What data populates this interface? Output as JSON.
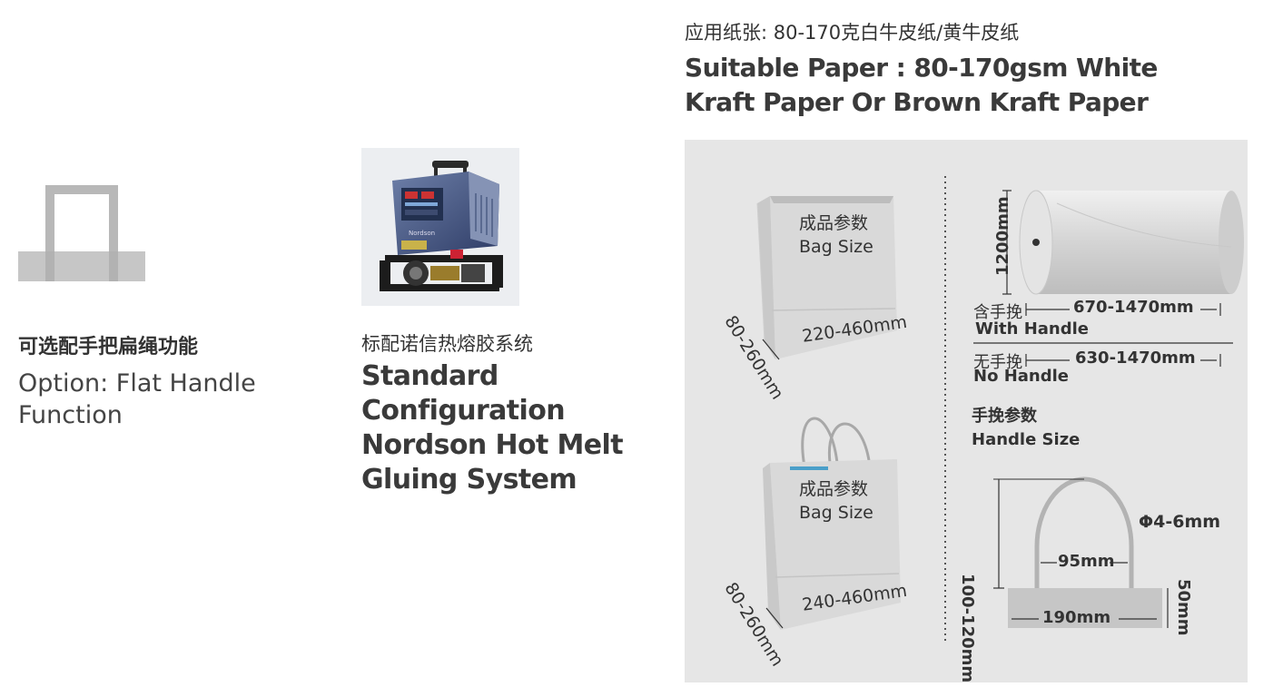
{
  "left_option": {
    "title_cn": "可选配手把扁绳功能",
    "title_en": "Option: Flat Handle Function",
    "icon": "flat-handle-bag-icon"
  },
  "middle_standard": {
    "title_cn": "标配诺信热熔胶系统",
    "title_en": "Standard Configuration Nordson Hot Melt Gluing System",
    "image": "hot-melt-glue-machine-photo"
  },
  "paper": {
    "title_cn": "应用纸张: 80-170克白牛皮纸/黄牛皮纸",
    "title_en": "Suitable Paper : 80-170gsm White Kraft Paper Or Brown Kraft Paper"
  },
  "diagram": {
    "bag1": {
      "label_cn": "成品参数",
      "label_en": "Bag Size",
      "width": "220-460mm",
      "depth": "80-260mm"
    },
    "bag2": {
      "label_cn": "成品参数",
      "label_en": "Bag Size",
      "width": "240-460mm",
      "depth": "80-260mm"
    },
    "roll": {
      "diameter": "1200mm",
      "with_handle_cn": "含手挽",
      "with_handle_en": "With Handle",
      "with_handle_width": "670-1470mm",
      "no_handle_cn": "无手挽",
      "no_handle_en": "No Handle",
      "no_handle_width": "630-1470mm"
    },
    "handle": {
      "label_cn": "手挽参数",
      "label_en": "Handle Size",
      "height": "100-120mm",
      "diameter": "Φ4-6mm",
      "inner_width": "95mm",
      "patch_width": "190mm",
      "patch_height": "50mm"
    }
  },
  "colors": {
    "panel_bg": "#e6e6e6",
    "line": "#333333",
    "bag_fill": "#d9d9d9"
  }
}
